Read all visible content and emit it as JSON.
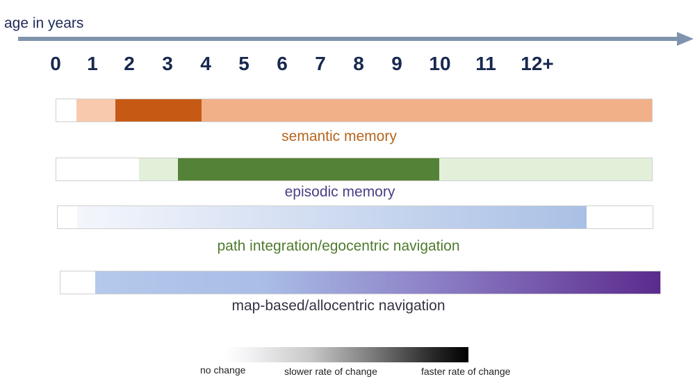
{
  "axis": {
    "title": "age in years",
    "ticks": [
      "0",
      "1",
      "2",
      "3",
      "4",
      "5",
      "6",
      "7",
      "8",
      "9",
      "10",
      "11",
      "12+"
    ]
  },
  "rows": {
    "semantic": {
      "label": "semantic memory",
      "label_color": "#b5651d",
      "colors": {
        "light": "#f9c9ad",
        "dark": "#c65a14",
        "medium": "#f2b089"
      }
    },
    "episodic": {
      "label": "episodic memory",
      "label_color": "#4a3f86",
      "colors": {
        "light": "#e2f0da",
        "dark": "#548236"
      }
    },
    "path_integration": {
      "label": "path integration/egocentric navigation",
      "label_color": "#4e7a2e",
      "gradient": [
        "#f4f6fc",
        "#a9c0e5"
      ]
    },
    "map_based": {
      "label": "map-based/allocentric navigation",
      "label_color": "#333344",
      "gradient": [
        "#b5c9ec",
        "#5a2a8c"
      ]
    }
  },
  "legend": {
    "no_change": "no change",
    "slower": "slower rate of change",
    "faster": "faster rate of change"
  }
}
